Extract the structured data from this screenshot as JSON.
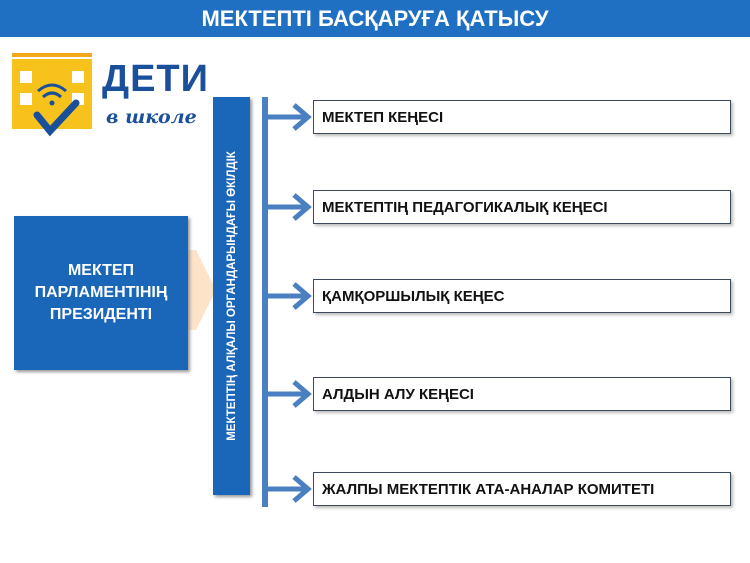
{
  "title": "МЕКТЕПТІ БАСҚАРУҒА ҚАТЫСУ",
  "logo": {
    "name": "ДЕТИ",
    "sub": "в школе"
  },
  "president": "МЕКТЕП ПАРЛАМЕНТІНІҢ ПРЕЗИДЕНТІ",
  "representation": "МЕКТЕПТІҢ АЛҚАЛЫ ОРГАНДАРЫНДАҒЫ ӨКІЛДІК",
  "bodies": [
    "МЕКТЕП КЕҢЕСІ",
    "МЕКТЕПТІҢ ПЕДАГОГИКАЛЫҚ КЕҢЕСІ",
    "ҚАМҚОРШЫЛЫҚ КЕҢЕС",
    "АЛДЫН АЛУ КЕҢЕСІ",
    "ЖАЛПЫ МЕКТЕПТІК АТА-АНАЛАР КОМИТЕТІ"
  ],
  "colors": {
    "primary": "#1a66b8",
    "logo_yellow": "#f7c21b"
  }
}
